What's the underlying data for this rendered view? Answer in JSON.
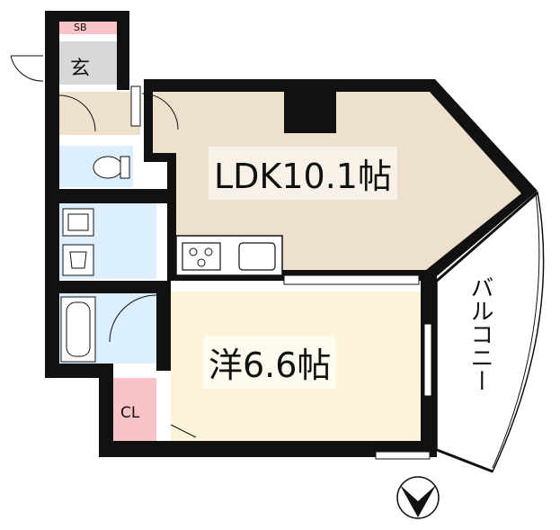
{
  "rooms": {
    "ldk": {
      "label": "LDK10.1帖"
    },
    "western": {
      "label": "洋6.6帖"
    },
    "entrance": {
      "label": "玄"
    },
    "shoe_box": {
      "label": "SB"
    },
    "closet": {
      "label": "CL"
    },
    "balcony": {
      "label": "バルコニー"
    }
  },
  "colors": {
    "wall": "#111111",
    "ldk_floor": "#ede0cd",
    "western_floor": "#fbf4d9",
    "wet_area": "#dcefff",
    "entrance_floor": "#d8d8d8",
    "closet_floor": "#f9c3c8",
    "shoe_box": "#f9c3c8"
  },
  "icons": [
    "north-compass-icon",
    "toilet-icon",
    "bathtub-icon",
    "sink-icon",
    "stove-icon",
    "washer-icon"
  ]
}
